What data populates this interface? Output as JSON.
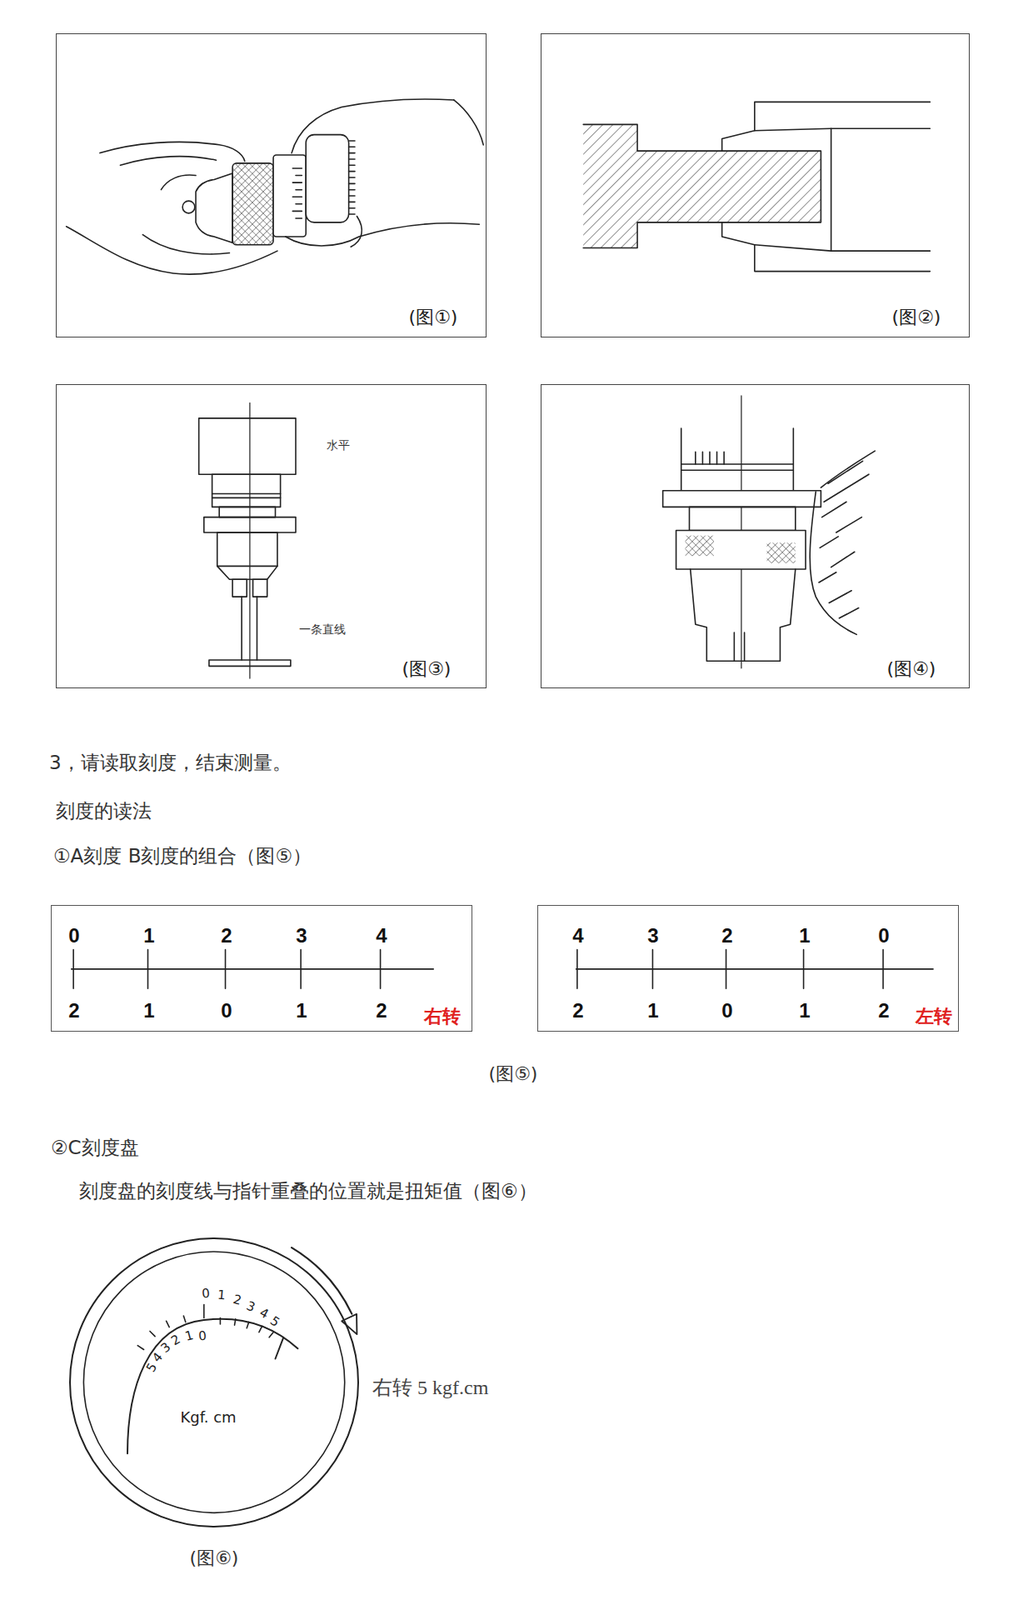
{
  "diagram": {
    "nodes": [
      {
        "text": [
          "(图①)"
        ]
      },
      {
        "text": [
          "(图②)"
        ]
      },
      {
        "text": [
          "水平",
          "一条直线",
          "(图③)"
        ]
      },
      {
        "text": [
          "(图④)"
        ]
      },
      {
        "text": [
          "0",
          "1",
          "2",
          "3",
          "4",
          "2",
          "1",
          "0",
          "1",
          "2",
          "右转"
        ]
      },
      {
        "text": [
          "4",
          "3",
          "2",
          "1",
          "0",
          "2",
          "1",
          "0",
          "1",
          "2",
          "左转"
        ]
      },
      {
        "text": [
          "0",
          "1",
          "2",
          "3",
          "4",
          "5",
          "5",
          "4",
          "3",
          "2",
          "1",
          "0",
          "Kgf. cm"
        ]
      }
    ],
    "labels": [
      "3，请读取刻度，结束测量。",
      "刻度的读法",
      "①A刻度 B刻度的组合（图⑤）",
      "(图⑤)",
      "②C刻度盘",
      "刻度盘的刻度线与指针重叠的位置就是扭矩值（图⑥）",
      "右转 5 kgf.cm",
      "(图⑥)"
    ]
  }
}
